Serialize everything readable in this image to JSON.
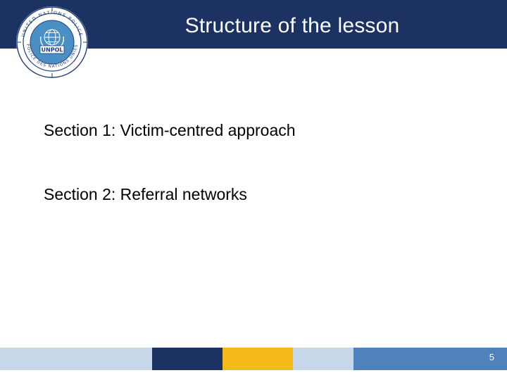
{
  "slide": {
    "title": "Structure of the lesson",
    "page_number": "5",
    "bullets": [
      {
        "text": "Section 1: Victim-centred approach"
      },
      {
        "text": "Section 2: Referral networks"
      }
    ],
    "logo": {
      "name": "un-police-emblem",
      "center_text": "UNPOL",
      "outer_text_top": "UNITED NATIONS POLICE",
      "outer_text_bottom": "POLICE DES NATIONS UNIES"
    },
    "colors": {
      "header_blue": "#1b3263",
      "accent_yellow": "#f5b91a",
      "light_blue": "#c7d7ea",
      "medium_blue": "#4f81bd",
      "un_blue": "#4a90c4"
    }
  }
}
